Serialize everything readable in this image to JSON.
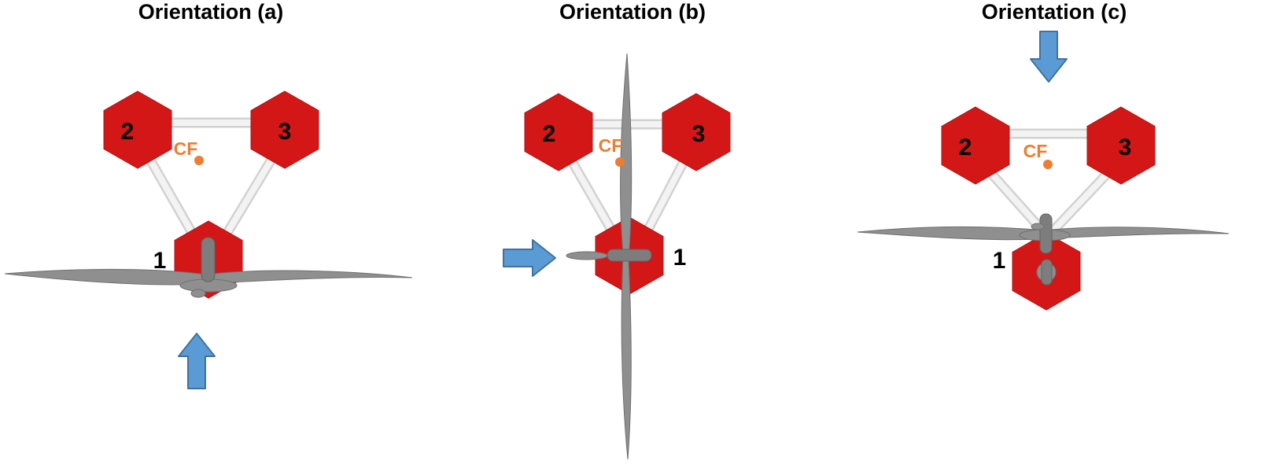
{
  "figure": {
    "background": "#ffffff",
    "colors": {
      "hexagon": "#d21716",
      "hexagon_border": "#b41414",
      "rod_fill": "#f3f3f3",
      "rod_border": "#d2d2d2",
      "propeller": "#8f8f8f",
      "propeller_border": "#6f6f6f",
      "hub": "#7d7d7d",
      "arrow_fill": "#5b9bd5",
      "arrow_border": "#41719c",
      "cf": "#ed7d31",
      "label_text": "#000000"
    },
    "panels": [
      {
        "title": "Orientation (a)",
        "arrow_direction": "up",
        "propeller_orientation": "horizontal",
        "labels": {
          "node1": "1",
          "node2": "2",
          "node3": "3",
          "cf": "CF"
        }
      },
      {
        "title": "Orientation (b)",
        "arrow_direction": "right",
        "propeller_orientation": "vertical",
        "labels": {
          "node1": "1",
          "node2": "2",
          "node3": "3",
          "cf": "CF"
        }
      },
      {
        "title": "Orientation (c)",
        "arrow_direction": "down",
        "propeller_orientation": "horizontal",
        "labels": {
          "node1": "1",
          "node2": "2",
          "node3": "3",
          "cf": "CF"
        }
      }
    ]
  }
}
